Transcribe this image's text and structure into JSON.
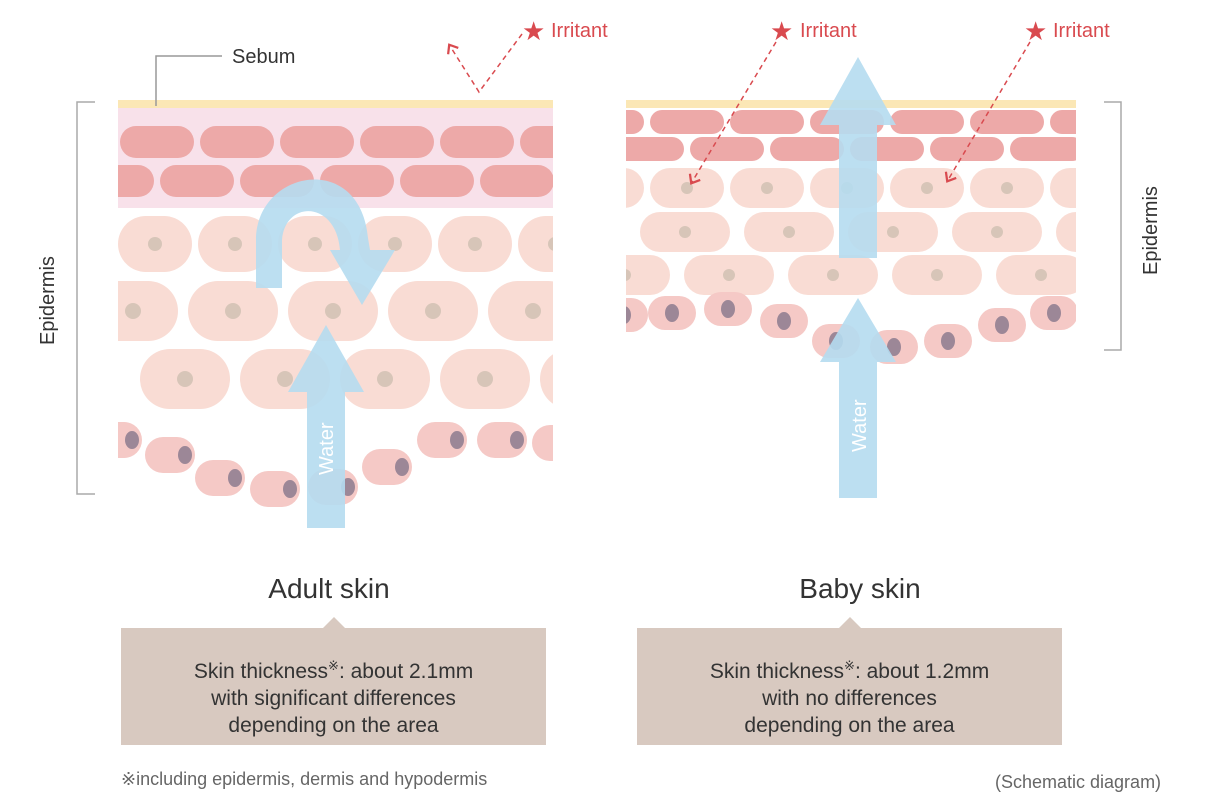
{
  "labels": {
    "sebum": "Sebum",
    "irritant": "Irritant",
    "epidermis_left": "Epidermis",
    "epidermis_right": "Epidermis",
    "water_left": "Water",
    "water_right": "Water"
  },
  "adult": {
    "title": "Adult skin",
    "line1": "Skin thickness",
    "mark": "※",
    "line1_rest": ": about 2.1mm",
    "line2": "with significant differences",
    "line3": "depending on the area"
  },
  "baby": {
    "title": "Baby skin",
    "line1": "Skin thickness",
    "mark": "※",
    "line1_rest": ": about 1.2mm",
    "line2": "with no differences",
    "line3": "depending on the area"
  },
  "footnote": "※including epidermis, dermis and hypodermis",
  "schematic": "(Schematic diagram)",
  "colors": {
    "sebum": "#fbe7b5",
    "corneum_bg": "#f8e1ea",
    "corneum_cell": "#eda9a8",
    "cell": "#f9dcd4",
    "cell_nucleus": "#d7c5b8",
    "basal_cell": "#f5c9c6",
    "basal_nucleus": "#9c8797",
    "water": "#b5dbef",
    "irritant": "#d94a4f",
    "bracket": "#aaaaaa",
    "box": "#d8c9c0"
  }
}
